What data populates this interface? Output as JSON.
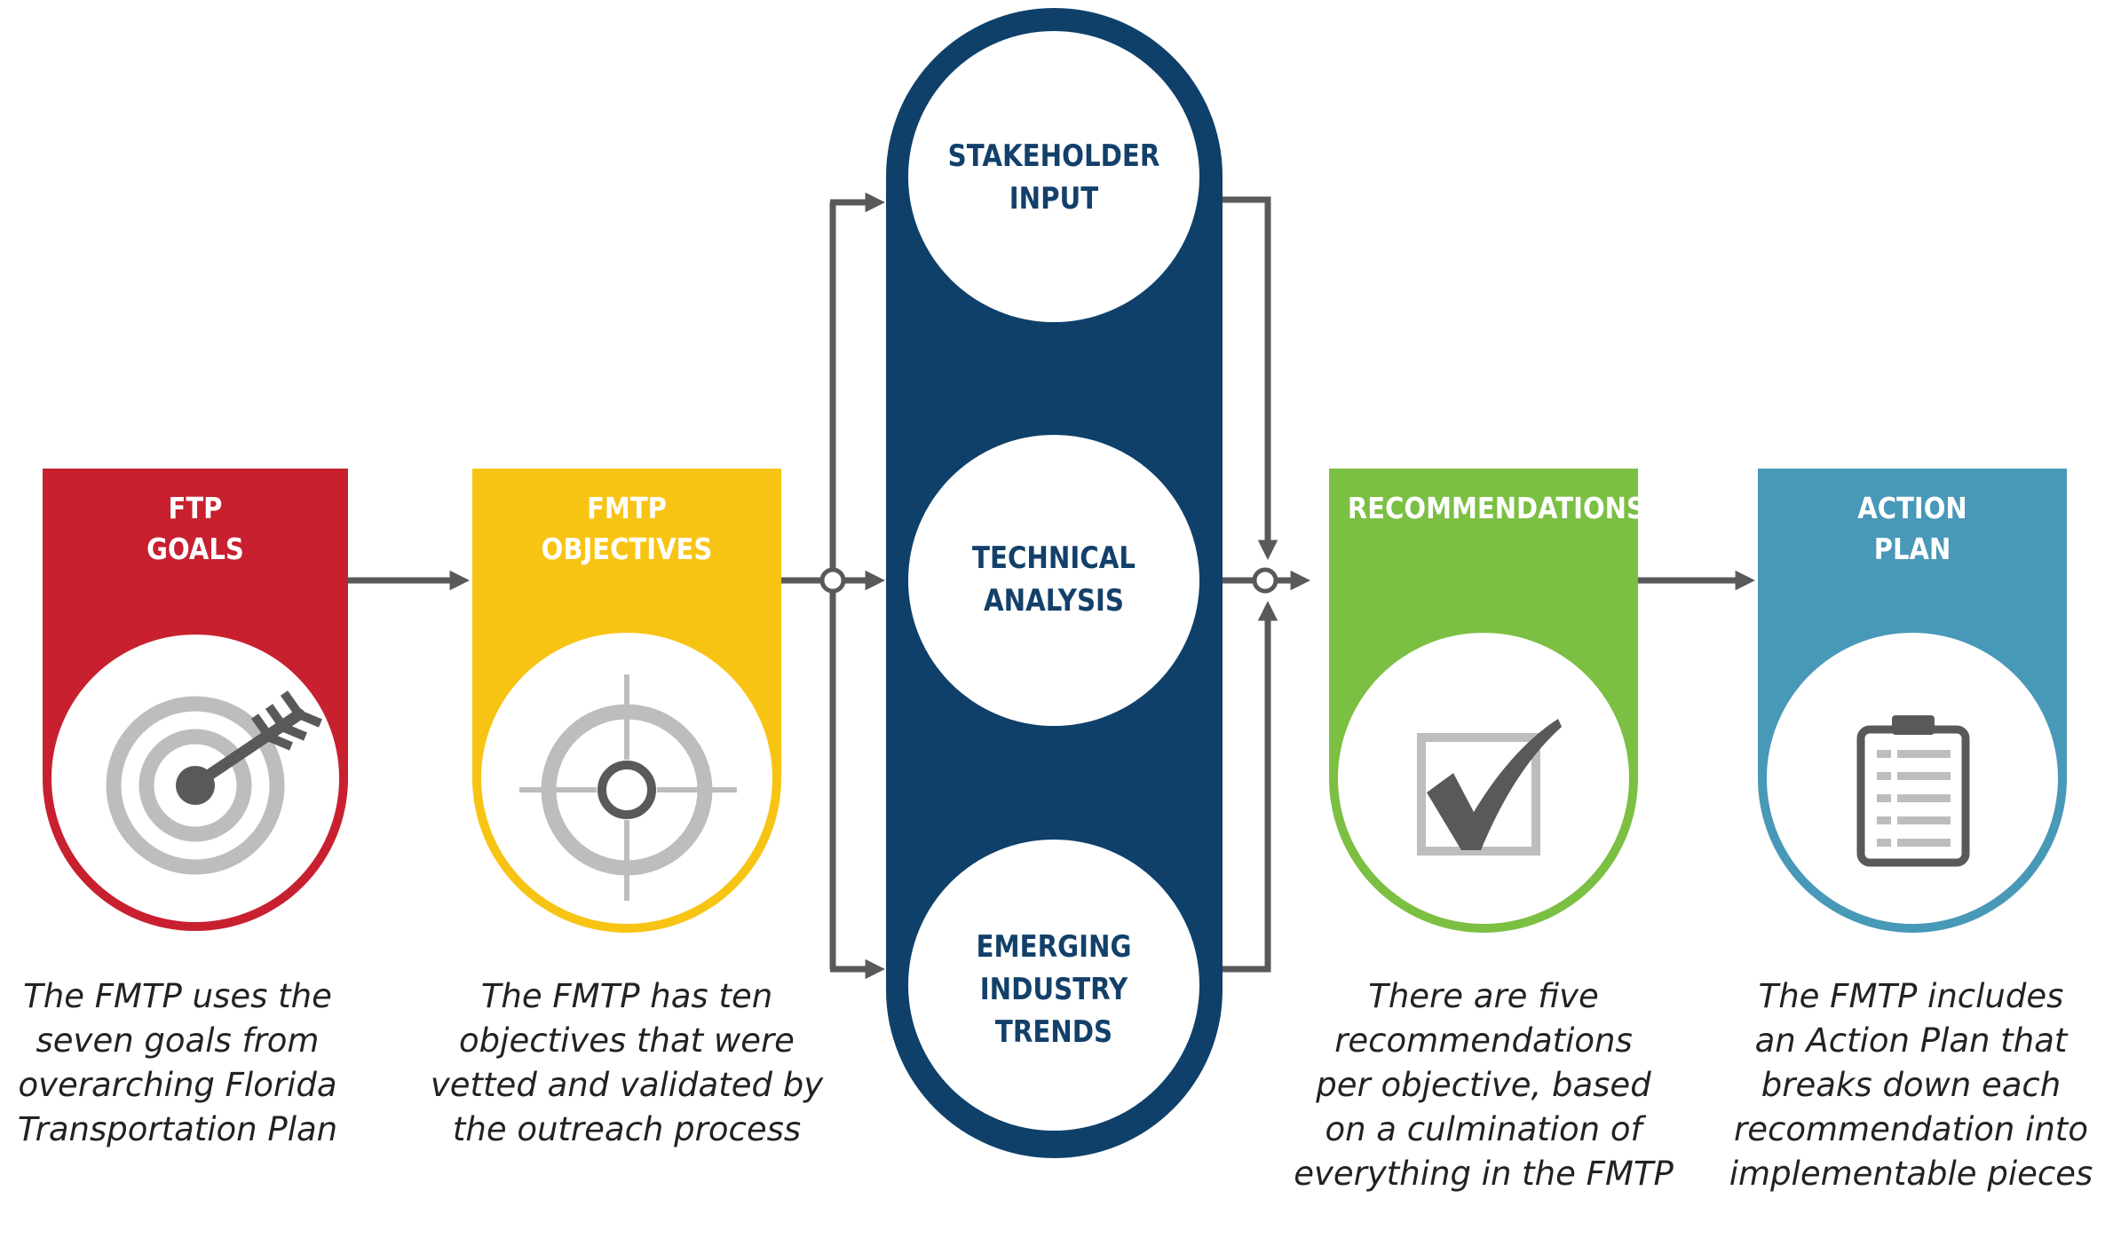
{
  "colors": {
    "goals": "#c8202f",
    "objectives": "#f8c414",
    "recommendations": "#7bbf43",
    "action_plan": "#4898b8",
    "hub": "#0e406a",
    "connector": "#58595b",
    "icon_gray": "#bdbdbd",
    "icon_dark": "#58595b"
  },
  "stages": [
    {
      "id": "goals",
      "title": [
        "FTP",
        "GOALS"
      ],
      "icon": "target-with-arrow-icon",
      "description": [
        "The FMTP uses the",
        "seven goals from",
        "overarching Florida",
        "Transportation Plan"
      ]
    },
    {
      "id": "objectives",
      "title": [
        "FMTP",
        "OBJECTIVES"
      ],
      "icon": "crosshair-icon",
      "description": [
        "The FMTP has ten",
        "objectives that were",
        "vetted and validated by",
        "the outreach process"
      ]
    },
    {
      "id": "recommendations",
      "title": [
        "RECOMMENDATIONS"
      ],
      "icon": "checkbox-check-icon",
      "description": [
        "There are five",
        "recommendations",
        "per objective, based",
        "on a culmination of",
        "everything in the FMTP"
      ]
    },
    {
      "id": "action_plan",
      "title": [
        "ACTION",
        "PLAN"
      ],
      "icon": "clipboard-icon",
      "description": [
        "The FMTP includes",
        "an Action Plan that",
        "breaks down each",
        "recommendation into",
        "implementable pieces"
      ]
    }
  ],
  "hub": {
    "items": [
      {
        "id": "stakeholder",
        "title": [
          "STAKEHOLDER",
          "INPUT"
        ]
      },
      {
        "id": "technical",
        "title": [
          "TECHNICAL",
          "ANALYSIS"
        ]
      },
      {
        "id": "emerging",
        "title": [
          "EMERGING",
          "INDUSTRY",
          "TRENDS"
        ]
      }
    ]
  }
}
